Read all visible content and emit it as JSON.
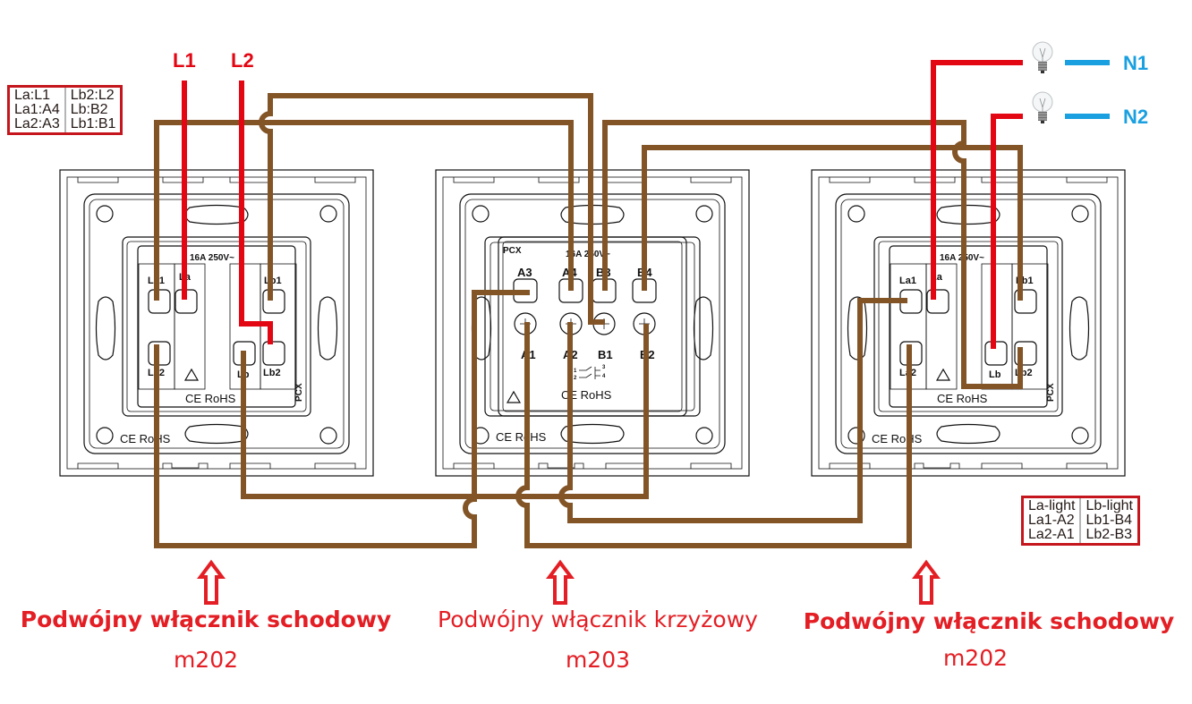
{
  "diagram": {
    "phase_labels": [
      "L1",
      "L2"
    ],
    "neutral_labels": [
      "N1",
      "N2"
    ],
    "wire_colors": {
      "phase": "#e30613",
      "traveller": "#825426",
      "neutral": "#1aa0e0"
    },
    "icons": {
      "lamp": "light-bulb-icon",
      "pointer": "arrow-up-icon"
    }
  },
  "legend_left": {
    "col1": [
      "La:L1",
      "La1:A4",
      "La2:A3"
    ],
    "col2": [
      "Lb2:L2",
      "Lb:B2",
      "Lb1:B1"
    ]
  },
  "legend_right": {
    "col1": [
      "La-light",
      "La1-A2",
      "La2-A1"
    ],
    "col2": [
      "Lb-light",
      "Lb1-B4",
      "Lb2-B3"
    ]
  },
  "switches": [
    {
      "id": "left",
      "rating": "16A 250V~",
      "terminals": {
        "la1": "La1",
        "la": "La",
        "lb1": "Lb1",
        "la2": "La2",
        "lb": "Lb",
        "lb2": "Lb2"
      },
      "cert": "CE RoHS",
      "brand": "PCX",
      "caption_title": "Podwójny włącznik schodowy",
      "caption_model": "m202"
    },
    {
      "id": "middle",
      "rating": "16A 250V~",
      "terminals": {
        "a3": "A3",
        "a4": "A4",
        "b3": "B3",
        "b4": "B4",
        "a1": "A1",
        "a2": "A2",
        "b1": "B1",
        "b2": "B2"
      },
      "cert": "CE RoHS",
      "brand": "PCX",
      "symbol_numbers": [
        "1",
        "2",
        "3",
        "4"
      ],
      "caption_title": "Podwójny włącznik krzyżowy",
      "caption_model": "m203"
    },
    {
      "id": "right",
      "rating": "16A 250V~",
      "terminals": {
        "la1": "La1",
        "la": "La",
        "lb1": "Lb1",
        "la2": "La2",
        "lb": "Lb",
        "lb2": "Lb2"
      },
      "cert": "CE RoHS",
      "brand": "PCX",
      "caption_title": "Podwójny włącznik schodowy",
      "caption_model": "m202"
    }
  ]
}
